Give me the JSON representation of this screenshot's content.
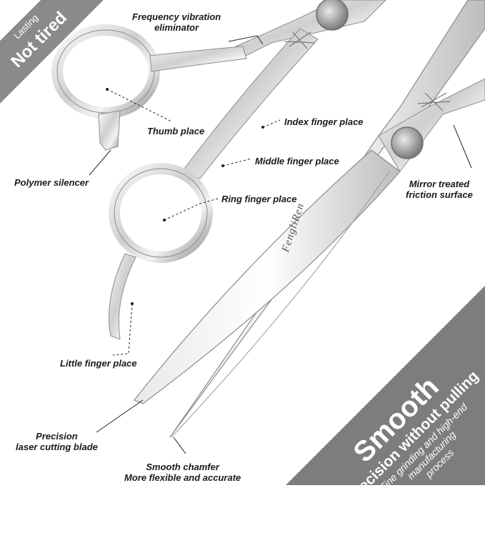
{
  "ribbon": {
    "line1": "Lasting",
    "line2": "Not tired"
  },
  "labels": {
    "frequency": [
      "Frequency vibration",
      "eliminator"
    ],
    "thumb": "Thumb place",
    "index": "Index finger place",
    "middle": "Middle finger place",
    "ring": "Ring finger place",
    "polymer": "Polymer silencer",
    "mirror": [
      "Mirror treated",
      "friction surface"
    ],
    "little": "Little finger place",
    "precision": [
      "Precision",
      "laser cutting blade"
    ],
    "chamfer": [
      "Smooth chamfer",
      "More flexible and accurate"
    ]
  },
  "logo": "FengliRen",
  "banner": {
    "title": "Smooth",
    "subtitle": "Precision without pulling",
    "caption": [
      "Fine grinding and high-end",
      "manufacturing",
      "process"
    ]
  },
  "colors": {
    "banner": "#7d7d7d",
    "ribbon": "#8a8a8a",
    "steel_light": "#f4f4f4",
    "steel_dark": "#6e6e6e"
  }
}
